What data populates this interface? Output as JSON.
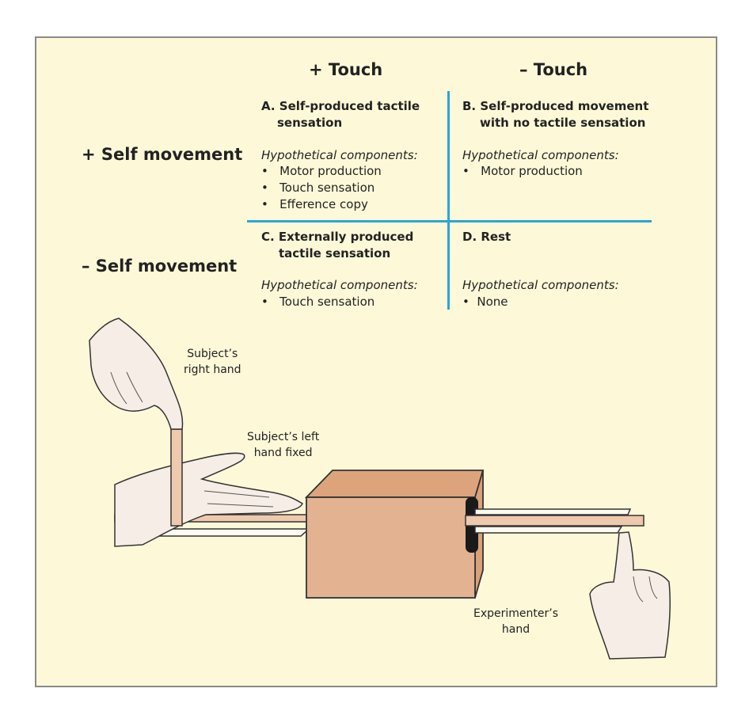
{
  "columns": {
    "plus_touch": "+ Touch",
    "minus_touch": "– Touch"
  },
  "rows": {
    "plus_self": "+ Self movement",
    "minus_self": "– Self movement"
  },
  "cells": {
    "a": {
      "title": [
        "A. Self-produced tactile",
        "sensation"
      ],
      "heading": "Hypothetical components:",
      "items": [
        "Motor production",
        "Touch sensation",
        "Efference copy"
      ]
    },
    "b": {
      "title": [
        "B. Self-produced movement",
        "with no tactile sensation"
      ],
      "heading": "Hypothetical components:",
      "items": [
        "Motor production"
      ]
    },
    "c": {
      "title": [
        "C. Externally produced",
        "tactile sensation"
      ],
      "heading": "Hypothetical components:",
      "items": [
        "Touch sensation"
      ]
    },
    "d": {
      "title": [
        "D. Rest"
      ],
      "heading": "Hypothetical components:",
      "items": [
        "None"
      ]
    }
  },
  "labels": {
    "right_hand": [
      "Subject’s",
      "right hand"
    ],
    "left_hand": [
      "Subject’s left",
      "hand fixed"
    ],
    "experimenter": [
      "Experimenter’s",
      "hand"
    ]
  },
  "colors": {
    "background": "#fdf9d8",
    "divider": "#2aa6d6",
    "box": "#e0b08e",
    "skin": "#f6ede6"
  }
}
